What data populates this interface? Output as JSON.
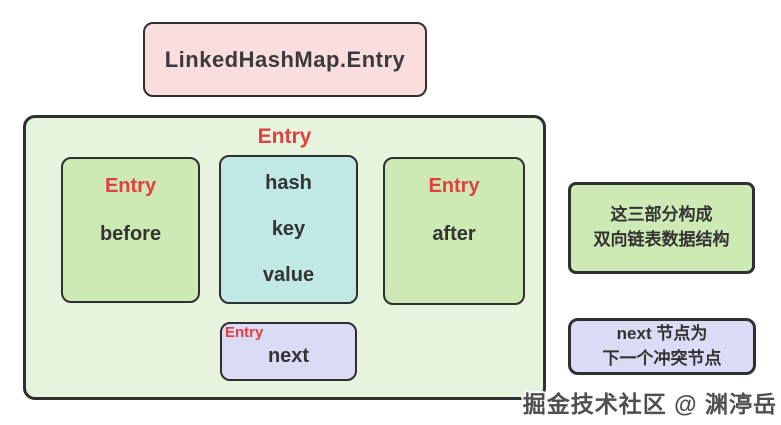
{
  "title_box": {
    "label": "LinkedHashMap.Entry"
  },
  "entry_container": {
    "label": "Entry",
    "before_box": {
      "title": "Entry",
      "label": "before"
    },
    "fields_box": {
      "fields": [
        "hash",
        "key",
        "value"
      ]
    },
    "after_box": {
      "title": "Entry",
      "label": "after"
    },
    "next_box": {
      "title": "Entry",
      "label": "next"
    }
  },
  "annotations": {
    "doubly_linked": {
      "line1": "这三部分构成",
      "line2": "双向链表数据结构"
    },
    "next_node": {
      "line1": "next 节点为",
      "line2": "下一个冲突节点"
    }
  },
  "watermark": "掘金技术社区 @ 渊渟岳",
  "colors": {
    "pink": "#fadddd",
    "outer_green": "#e6f4de",
    "inner_green": "#cdeab4",
    "cyan": "#c0e9e6",
    "lavender": "#d9dcf4",
    "accent_red": "#e04040",
    "border": "#2f2f2f",
    "text_dark": "#333333"
  }
}
